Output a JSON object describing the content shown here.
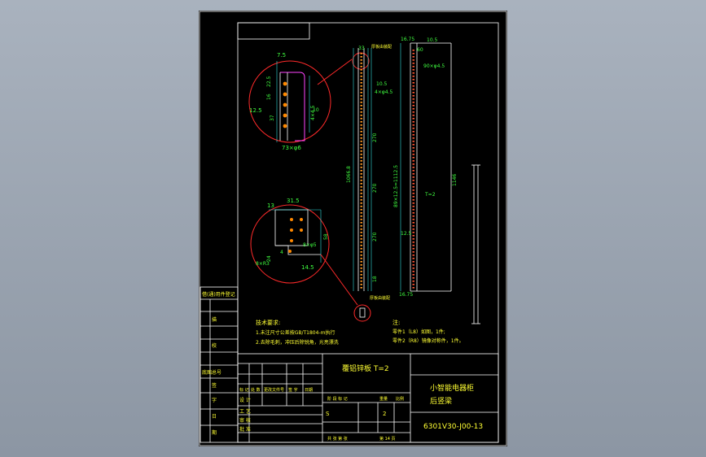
{
  "colors": {
    "background": "#000000",
    "border": "#ffffff",
    "detail_circle": "#ff2a2a",
    "dimension": "#40ff40",
    "notes": "#ffff33",
    "part": "#ffffff"
  },
  "detail_a": {
    "dim_top": "7.5",
    "dim_22_5": "22.5",
    "dim_16": "16",
    "dim_37": "37",
    "dim_12_5": "12.5",
    "dim_4x4_5": "4×4.5",
    "dim_10": "10",
    "dim_holes": "73×φ6"
  },
  "detail_b": {
    "dim_31_5": "31.5",
    "dim_13": "13",
    "dim_24": "24",
    "dim_4": "4",
    "dim_58": "58",
    "dim_8x8": "8×φ5",
    "dim_rad": "8×R3",
    "dim_14_5": "14.5"
  },
  "main_view": {
    "label_top": "厚板由装配",
    "label_bot": "厚板由装配",
    "dim_33": "33",
    "dim_10_5": "10.5",
    "dim_4x4_5": "4×φ4.5",
    "dim_total": "1066.8",
    "dim_270a": "270",
    "dim_270b": "270",
    "dim_270c": "270",
    "dim_18": "18"
  },
  "side_view": {
    "dim_16_75_top": "16.75",
    "dim_10_5": "10.5",
    "dim_60": "60",
    "dim_90": "90×φ4.5",
    "dim_pitch": "89×12.5=1112.5",
    "dim_12_5": "12.5",
    "dim_16_75_bot": "16.75",
    "dim_len": "1146",
    "thickness": "T=2"
  },
  "notes": {
    "title": "技术要求:",
    "line1": "1.未注尺寸公差按GB/T1804-m执行",
    "line2": "2.去除毛刺，冲压后除锐角，光亮漂洗",
    "ann_title": "注:",
    "ann_1": "零件1（L8）如图，1件;",
    "ann_2": "零件2（R8）镜像对称件，1件。"
  },
  "left_strip": {
    "ref": "借(通)用件登记",
    "desc1": "描",
    "desc2": "校",
    "desc3": "底图总号",
    "desc4": "签",
    "desc5": "字",
    "desc6": "日",
    "desc7": "期"
  },
  "title_block": {
    "material": "覆铝锌板   T=2",
    "product_1": "小智能电器柜",
    "product_2": "后竖梁",
    "drawing_no": "6301V30-J00-13",
    "row_mark": "标 记",
    "row_qty": "处 数",
    "row_change": "更改文件号",
    "row_sign": "签 字",
    "row_date": "日期",
    "design": "设 计",
    "process": "工 艺",
    "review": "审 核",
    "approve": "批 准",
    "stage": "阶 段 标 记",
    "weight": "重量",
    "scale": "比例",
    "stage_s": "S",
    "scale_val": "2",
    "sheet_count": "共 张   第 张",
    "sheet_num": "第 14 页"
  }
}
